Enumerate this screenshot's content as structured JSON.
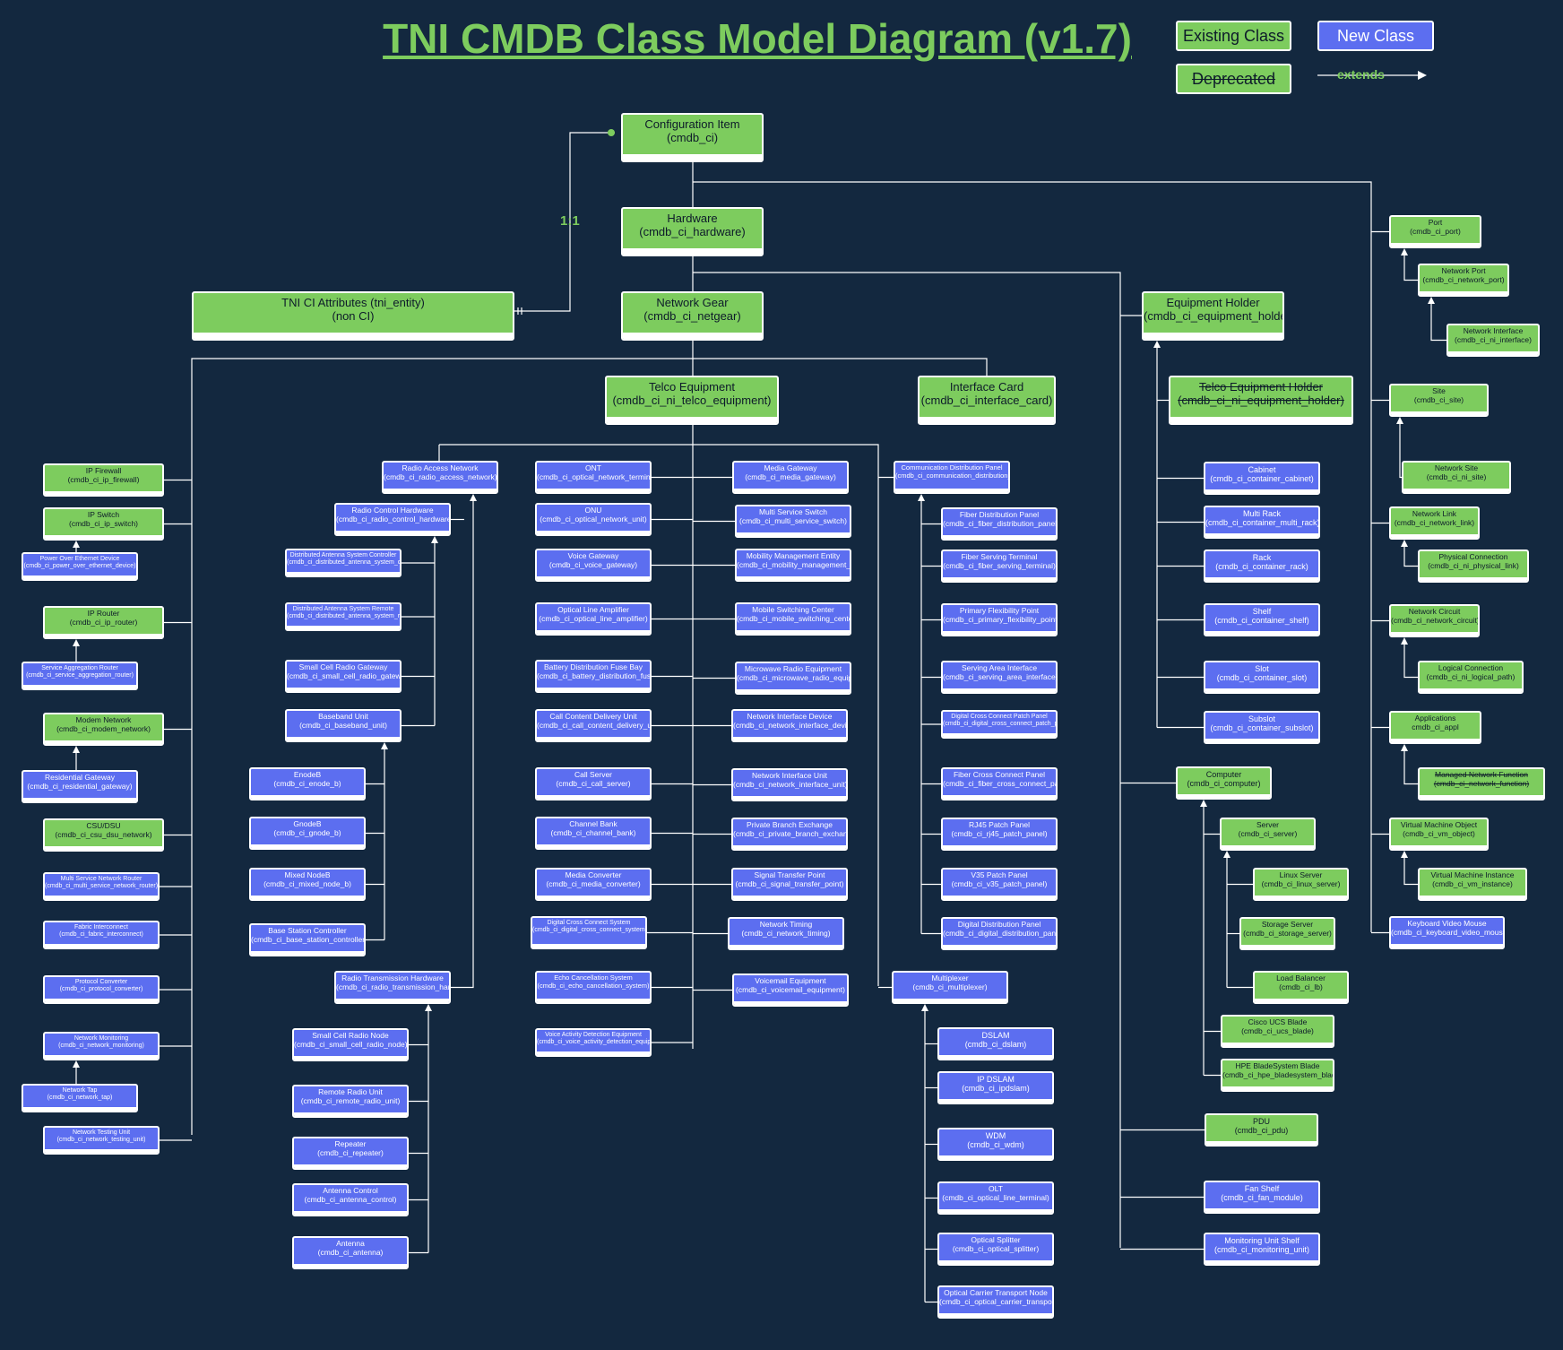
{
  "title": "TNI CMDB Class Model Diagram (v1.7)",
  "legend": {
    "existing": "Existing Class",
    "new": "New Class",
    "deprecated": "Deprecated",
    "extends": "extends"
  },
  "relationship_label": "1:1",
  "colors": {
    "background": "#13283f",
    "existing": "#7dcc5e",
    "new": "#5c6ef0",
    "line": "#ffffff"
  },
  "nodes": [
    {
      "id": "ci",
      "name": "Configuration Item",
      "sys": "(cmdb_ci)",
      "kind": "existing"
    },
    {
      "id": "hw",
      "name": "Hardware",
      "sys": "(cmdb_ci_hardware)",
      "kind": "existing"
    },
    {
      "id": "tni",
      "name": "TNI CI Attributes (tni_entity)",
      "sys": "(non CI)",
      "kind": "existing"
    },
    {
      "id": "ng",
      "name": "Network Gear",
      "sys": "(cmdb_ci_netgear)",
      "kind": "existing"
    },
    {
      "id": "eh",
      "name": "Equipment Holder",
      "sys": "(cmdb_ci_equipment_holder)",
      "kind": "existing"
    },
    {
      "id": "te",
      "name": "Telco Equipment",
      "sys": "(cmdb_ci_ni_telco_equipment)",
      "kind": "existing"
    },
    {
      "id": "ic",
      "name": "Interface Card",
      "sys": "(cmdb_ci_interface_card)",
      "kind": "existing"
    },
    {
      "id": "teh",
      "name": "Telco Equipment Holder",
      "sys": "(cmdb_ci_ni_equipment_holder)",
      "kind": "deprecated"
    },
    {
      "id": "port",
      "name": "Port",
      "sys": "(cmdb_ci_port)",
      "kind": "existing"
    },
    {
      "id": "netport",
      "name": "Network Port",
      "sys": "(cmdb_ci_network_port)",
      "kind": "existing"
    },
    {
      "id": "netif",
      "name": "Network Interface",
      "sys": "(cmdb_ci_ni_interface)",
      "kind": "existing"
    },
    {
      "id": "site",
      "name": "Site",
      "sys": "(cmdb_ci_site)",
      "kind": "existing"
    },
    {
      "id": "netsite",
      "name": "Network Site",
      "sys": "(cmdb_ci_ni_site)",
      "kind": "existing"
    },
    {
      "id": "netlink",
      "name": "Network Link",
      "sys": "(cmdb_ci_network_link)",
      "kind": "existing"
    },
    {
      "id": "physconn",
      "name": "Physical Connection",
      "sys": "(cmdb_ci_ni_physical_link)",
      "kind": "existing"
    },
    {
      "id": "netcirc",
      "name": "Network Circuit",
      "sys": "(cmdb_ci_network_circuit)",
      "kind": "existing"
    },
    {
      "id": "logconn",
      "name": "Logical Connection",
      "sys": "(cmdb_ci_ni_logical_path)",
      "kind": "existing"
    },
    {
      "id": "apps",
      "name": "Applications",
      "sys": "cmdb_ci_appl",
      "kind": "existing"
    },
    {
      "id": "mnf",
      "name": "Managed Network Function",
      "sys": "(cmdb_ci_network_function)",
      "kind": "deprecated"
    },
    {
      "id": "vmo",
      "name": "Virtual Machine Object",
      "sys": "(cmdb_ci_vm_object)",
      "kind": "existing"
    },
    {
      "id": "vmi",
      "name": "Virtual Machine Instance",
      "sys": "(cmdb_ci_vm_instance)",
      "kind": "existing"
    },
    {
      "id": "kvm",
      "name": "Keyboard Video Mouse",
      "sys": "(cmdb_ci_keyboard_video_mouse)",
      "kind": "new"
    },
    {
      "id": "cab",
      "name": "Cabinet",
      "sys": "(cmdb_ci_container_cabinet)",
      "kind": "new"
    },
    {
      "id": "mrack",
      "name": "Multi Rack",
      "sys": "(cmdb_ci_container_multi_rack)",
      "kind": "new"
    },
    {
      "id": "rack",
      "name": "Rack",
      "sys": "(cmdb_ci_container_rack)",
      "kind": "new"
    },
    {
      "id": "shelf",
      "name": "Shelf",
      "sys": "(cmdb_ci_container_shelf)",
      "kind": "new"
    },
    {
      "id": "slot",
      "name": "Slot",
      "sys": "(cmdb_ci_container_slot)",
      "kind": "new"
    },
    {
      "id": "subslot",
      "name": "Subslot",
      "sys": "(cmdb_ci_container_subslot)",
      "kind": "new"
    },
    {
      "id": "comp",
      "name": "Computer",
      "sys": "(cmdb_ci_computer)",
      "kind": "existing"
    },
    {
      "id": "server",
      "name": "Server",
      "sys": "(cmdb_ci_server)",
      "kind": "existing"
    },
    {
      "id": "linux",
      "name": "Linux Server",
      "sys": "(cmdb_ci_linux_server)",
      "kind": "existing"
    },
    {
      "id": "storage",
      "name": "Storage Server",
      "sys": "(cmdb_ci_storage_server)",
      "kind": "existing"
    },
    {
      "id": "lb",
      "name": "Load Balancer",
      "sys": "(cmdb_ci_lb)",
      "kind": "existing"
    },
    {
      "id": "ucs",
      "name": "Cisco UCS Blade",
      "sys": "(cmdb_ci_ucs_blade)",
      "kind": "existing"
    },
    {
      "id": "hpe",
      "name": "HPE BladeSystem Blade",
      "sys": "(cmdb_ci_hpe_bladesystem_blade)",
      "kind": "existing"
    },
    {
      "id": "pdu",
      "name": "PDU",
      "sys": "(cmdb_ci_pdu)",
      "kind": "existing"
    },
    {
      "id": "fan",
      "name": "Fan Shelf",
      "sys": "(cmdb_ci_fan_module)",
      "kind": "new"
    },
    {
      "id": "monu",
      "name": "Monitoring Unit Shelf",
      "sys": "(cmdb_ci_monitoring_unit)",
      "kind": "new"
    },
    {
      "id": "ipfw",
      "name": "IP Firewall",
      "sys": "(cmdb_ci_ip_firewall)",
      "kind": "existing"
    },
    {
      "id": "ipsw",
      "name": "IP Switch",
      "sys": "(cmdb_ci_ip_switch)",
      "kind": "existing"
    },
    {
      "id": "poe",
      "name": "Power Over Ethernet Device",
      "sys": "(cmdb_ci_power_over_ethernet_device)",
      "kind": "new"
    },
    {
      "id": "iprt",
      "name": "IP Router",
      "sys": "(cmdb_ci_ip_router)",
      "kind": "existing"
    },
    {
      "id": "sar",
      "name": "Service Aggregation Router",
      "sys": "(cmdb_ci_service_aggregation_router)",
      "kind": "new"
    },
    {
      "id": "modem",
      "name": "Modem Network",
      "sys": "(cmdb_ci_modem_network)",
      "kind": "existing"
    },
    {
      "id": "resgw",
      "name": "Residential Gateway",
      "sys": "(cmdb_ci_residential_gateway)",
      "kind": "new"
    },
    {
      "id": "csu",
      "name": "CSU/DSU",
      "sys": "(cmdb_ci_csu_dsu_network)",
      "kind": "existing"
    },
    {
      "id": "msnr",
      "name": "Multi Service Network Router",
      "sys": "(cmdb_ci_multi_service_network_router)",
      "kind": "new"
    },
    {
      "id": "fabric",
      "name": "Fabric Interconnect",
      "sys": "(cmdb_ci_fabric_interconnect)",
      "kind": "new"
    },
    {
      "id": "proto",
      "name": "Protocol Converter",
      "sys": "(cmdb_ci_protocol_converter)",
      "kind": "new"
    },
    {
      "id": "netmon",
      "name": "Network Monitoring",
      "sys": "(cmdb_ci_network_monitoring)",
      "kind": "new"
    },
    {
      "id": "nettap",
      "name": "Network Tap",
      "sys": "(cmdb_ci_network_tap)",
      "kind": "new"
    },
    {
      "id": "ntu",
      "name": "Network Testing Unit",
      "sys": "(cmdb_ci_network_testing_unit)",
      "kind": "new"
    },
    {
      "id": "ran",
      "name": "Radio Access Network",
      "sys": "(cmdb_ci_radio_access_network)",
      "kind": "new"
    },
    {
      "id": "rch",
      "name": "Radio Control Hardware",
      "sys": "(cmdb_ci_radio_control_hardware)",
      "kind": "new"
    },
    {
      "id": "dasc",
      "name": "Distributed Antenna System Controller",
      "sys": "(cmdb_ci_distributed_antenna_system_controller)",
      "kind": "new"
    },
    {
      "id": "dasr",
      "name": "Distributed Antenna System Remote",
      "sys": "(cmdb_ci_distributed_antenna_system_remote)",
      "kind": "new"
    },
    {
      "id": "scrg",
      "name": "Small Cell Radio Gateway",
      "sys": "(cmdb_ci_small_cell_radio_gateway)",
      "kind": "new"
    },
    {
      "id": "bbu",
      "name": "Baseband Unit",
      "sys": "(cmdb_ci_baseband_unit)",
      "kind": "new"
    },
    {
      "id": "enb",
      "name": "EnodeB",
      "sys": "(cmdb_ci_enode_b)",
      "kind": "new"
    },
    {
      "id": "gnb",
      "name": "GnodeB",
      "sys": "(cmdb_ci_gnode_b)",
      "kind": "new"
    },
    {
      "id": "mnb",
      "name": "Mixed NodeB",
      "sys": "(cmdb_ci_mixed_node_b)",
      "kind": "new"
    },
    {
      "id": "bsc",
      "name": "Base Station Controller",
      "sys": "(cmdb_ci_base_station_controller)",
      "kind": "new"
    },
    {
      "id": "rth",
      "name": "Radio Transmission Hardware",
      "sys": "(cmdb_ci_radio_transmission_hardware)",
      "kind": "new"
    },
    {
      "id": "scrn",
      "name": "Small Cell Radio Node",
      "sys": "(cmdb_ci_small_cell_radio_node)",
      "kind": "new"
    },
    {
      "id": "rru",
      "name": "Remote Radio Unit",
      "sys": "(cmdb_ci_remote_radio_unit)",
      "kind": "new"
    },
    {
      "id": "rep",
      "name": "Repeater",
      "sys": "(cmdb_ci_repeater)",
      "kind": "new"
    },
    {
      "id": "antc",
      "name": "Antenna Control",
      "sys": "(cmdb_ci_antenna_control)",
      "kind": "new"
    },
    {
      "id": "ant",
      "name": "Antenna",
      "sys": "(cmdb_ci_antenna)",
      "kind": "new"
    },
    {
      "id": "ont",
      "name": "ONT",
      "sys": "(cmdb_ci_optical_network_terminal)",
      "kind": "new"
    },
    {
      "id": "onu",
      "name": "ONU",
      "sys": "(cmdb_ci_optical_network_unit)",
      "kind": "new"
    },
    {
      "id": "vgw",
      "name": "Voice Gateway",
      "sys": "(cmdb_ci_voice_gateway)",
      "kind": "new"
    },
    {
      "id": "ola",
      "name": "Optical Line Amplifier",
      "sys": "(cmdb_ci_optical_line_amplifier)",
      "kind": "new"
    },
    {
      "id": "bdfb",
      "name": "Battery Distribution Fuse Bay",
      "sys": "(cmdb_ci_battery_distribution_fuse_bay)",
      "kind": "new"
    },
    {
      "id": "ccdu",
      "name": "Call Content Delivery Unit",
      "sys": "(cmdb_ci_call_content_delivery_unit)",
      "kind": "new"
    },
    {
      "id": "cs",
      "name": "Call Server",
      "sys": "(cmdb_ci_call_server)",
      "kind": "new"
    },
    {
      "id": "cb",
      "name": "Channel Bank",
      "sys": "(cmdb_ci_channel_bank)",
      "kind": "new"
    },
    {
      "id": "mc",
      "name": "Media Converter",
      "sys": "(cmdb_ci_media_converter)",
      "kind": "new"
    },
    {
      "id": "dccs",
      "name": "Digital Cross Connect System",
      "sys": "(cmdb_ci_digital_cross_connect_system)",
      "kind": "new"
    },
    {
      "id": "ecs",
      "name": "Echo Cancellation System",
      "sys": "(cmdb_ci_echo_cancellation_system)",
      "kind": "new"
    },
    {
      "id": "vade",
      "name": "Voice Activity Detection Equipment",
      "sys": "(cmdb_ci_voice_activity_detection_equipment)",
      "kind": "new"
    },
    {
      "id": "mg",
      "name": "Media Gateway",
      "sys": "(cmdb_ci_media_gateway)",
      "kind": "new"
    },
    {
      "id": "mss",
      "name": "Multi Service Switch",
      "sys": "(cmdb_ci_multi_service_switch)",
      "kind": "new"
    },
    {
      "id": "mme",
      "name": "Mobility Management Entity",
      "sys": "(cmdb_ci_mobility_management_entity)",
      "kind": "new"
    },
    {
      "id": "msc",
      "name": "Mobile Switching Center",
      "sys": "(cmdb_ci_mobile_switching_center)",
      "kind": "new"
    },
    {
      "id": "mre",
      "name": "Microwave Radio Equipment",
      "sys": "(cmdb_ci_microwave_radio_equipment)",
      "kind": "new"
    },
    {
      "id": "nid",
      "name": "Network Interface Device",
      "sys": "(cmdb_ci_network_interface_device)",
      "kind": "new"
    },
    {
      "id": "niu",
      "name": "Network Interface Unit",
      "sys": "(cmdb_ci_network_interface_unit)",
      "kind": "new"
    },
    {
      "id": "pbx",
      "name": "Private Branch Exchange",
      "sys": "(cmdb_ci_private_branch_exchange)",
      "kind": "new"
    },
    {
      "id": "stp",
      "name": "Signal Transfer Point",
      "sys": "(cmdb_ci_signal_transfer_point)",
      "kind": "new"
    },
    {
      "id": "ntim",
      "name": "Network Timing",
      "sys": "(cmdb_ci_network_timing)",
      "kind": "new"
    },
    {
      "id": "vme",
      "name": "Voicemail Equipment",
      "sys": "(cmdb_ci_voicemail_equipment)",
      "kind": "new"
    },
    {
      "id": "cdp",
      "name": "Communication Distribution Panel",
      "sys": "(cmdb_ci_communication_distribution_panel)",
      "kind": "new"
    },
    {
      "id": "fdp",
      "name": "Fiber Distribution Panel",
      "sys": "(cmdb_ci_fiber_distribution_panel)",
      "kind": "new"
    },
    {
      "id": "fst",
      "name": "Fiber Serving Terminal",
      "sys": "(cmdb_ci_fiber_serving_terminal)",
      "kind": "new"
    },
    {
      "id": "pfp",
      "name": "Primary Flexibility Point",
      "sys": "(cmdb_ci_primary_flexibility_point)",
      "kind": "new"
    },
    {
      "id": "sai",
      "name": "Serving Area Interface",
      "sys": "(cmdb_ci_serving_area_interface)",
      "kind": "new"
    },
    {
      "id": "dccp",
      "name": "Digital Cross Connect Patch Panel",
      "sys": "(cmdb_ci_digital_cross_connect_patch_panel)",
      "kind": "new"
    },
    {
      "id": "fccp",
      "name": "Fiber Cross Connect Panel",
      "sys": "(cmdb_ci_fiber_cross_connect_panel)",
      "kind": "new"
    },
    {
      "id": "rj45",
      "name": "RJ45 Patch Panel",
      "sys": "(cmdb_ci_rj45_patch_panel)",
      "kind": "new"
    },
    {
      "id": "v35",
      "name": "V35 Patch Panel",
      "sys": "(cmdb_ci_v35_patch_panel)",
      "kind": "new"
    },
    {
      "id": "ddp",
      "name": "Digital Distribution Panel",
      "sys": "(cmdb_ci_digital_distribution_panel)",
      "kind": "new"
    },
    {
      "id": "mux",
      "name": "Multiplexer",
      "sys": "(cmdb_ci_multiplexer)",
      "kind": "new"
    },
    {
      "id": "dslam",
      "name": "DSLAM",
      "sys": "(cmdb_ci_dslam)",
      "kind": "new"
    },
    {
      "id": "ipdslam",
      "name": "IP DSLAM",
      "sys": "(cmdb_ci_ipdslam)",
      "kind": "new"
    },
    {
      "id": "wdm",
      "name": "WDM",
      "sys": "(cmdb_ci_wdm)",
      "kind": "new"
    },
    {
      "id": "olt",
      "name": "OLT",
      "sys": "(cmdb_ci_optical_line_terminal)",
      "kind": "new"
    },
    {
      "id": "osp",
      "name": "Optical Splitter",
      "sys": "(cmdb_ci_optical_splitter)",
      "kind": "new"
    },
    {
      "id": "octn",
      "name": "Optical Carrier Transport Node",
      "sys": "(cmdb_ci_optical_carrier_transport_node)",
      "kind": "new"
    }
  ]
}
